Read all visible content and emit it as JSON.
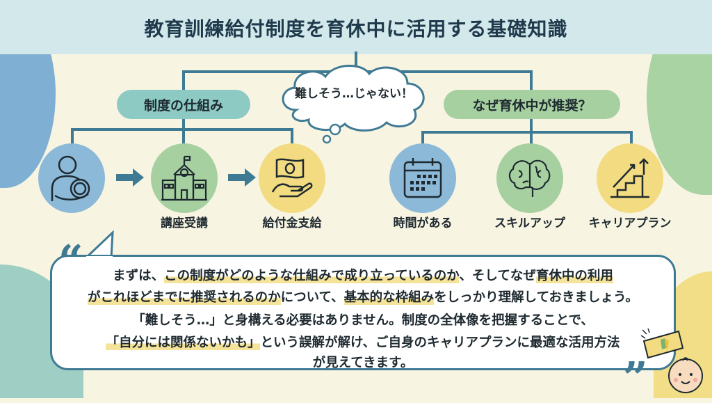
{
  "title": "教育訓練給付制度を育休中に活用する基礎知識",
  "thought_bubble": "難しそう…じゃない！",
  "left_branch": {
    "heading": "制度の仕組み",
    "items": [
      {
        "icon": "parent-with-baby-icon",
        "label": ""
      },
      {
        "icon": "school-building-icon",
        "label": "講座受講"
      },
      {
        "icon": "money-in-hand-icon",
        "label": "給付金支給"
      }
    ]
  },
  "right_branch": {
    "heading": "なぜ育休中が推奨？",
    "items": [
      {
        "icon": "calendar-icon",
        "label": "時間がある"
      },
      {
        "icon": "brain-icon",
        "label": "スキルアップ"
      },
      {
        "icon": "career-stairs-icon",
        "label": "キャリアプラン"
      }
    ]
  },
  "quote": {
    "open": "“",
    "close": "”",
    "lines": [
      [
        {
          "t": "まずは、"
        },
        {
          "t": "この制度がどのような仕組みで成り立っているのか",
          "hl": true
        },
        {
          "t": "、そしてなぜ"
        },
        {
          "t": "育休中の利用",
          "hl": true
        }
      ],
      [
        {
          "t": "がこれほどまでに推奨されるのか",
          "hl": true
        },
        {
          "t": "について、"
        },
        {
          "t": "基本的な枠組み",
          "hl": true
        },
        {
          "t": "をしっかり理解しておきましょう。"
        }
      ],
      [
        {
          "t": "「難しそう…」と身構える必要はありません。制度の全体像を把握することで、"
        }
      ],
      [
        {
          "t": "「自分には関係ないかも」",
          "hl": true
        },
        {
          "t": "という誤解が解け、ご自身のキャリアプランに最適な活用方法"
        }
      ],
      [
        {
          "t": "が見えてきます。"
        }
      ]
    ]
  },
  "colors": {
    "line": "#3f7a94",
    "blue": "#8cb9d8",
    "green": "#a7d0a0",
    "yellow": "#f2db80",
    "teal": "#8dcac3"
  }
}
